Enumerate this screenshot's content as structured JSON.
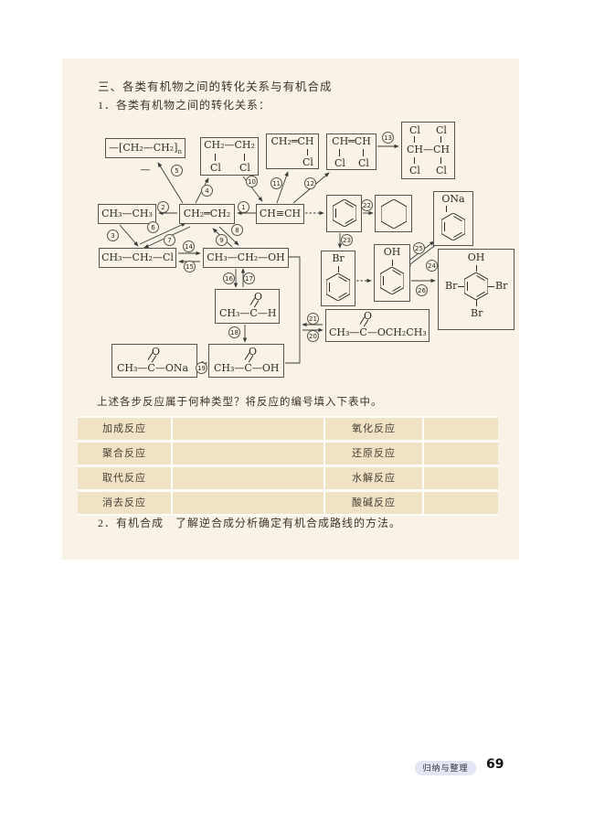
{
  "page": {
    "section_heading": "三、各类有机物之间的转化关系与有机合成",
    "subsection1": "1．各类有机物之间的转化关系：",
    "table_prompt": "上述各步反应属于何种类型？将反应的编号填入下表中。",
    "subsection2": "2．有机合成　了解逆合成分析确定有机合成路线的方法。",
    "footer_badge": "归纳与整理",
    "page_number": "69"
  },
  "diagram": {
    "nums": [
      "1",
      "2",
      "3",
      "4",
      "5",
      "6",
      "7",
      "8",
      "9",
      "10",
      "11",
      "12",
      "13",
      "14",
      "15",
      "16",
      "17",
      "18",
      "19",
      "20",
      "21",
      "22",
      "23",
      "24",
      "25",
      "26"
    ],
    "compounds": {
      "polyethylene": {
        "pre": "—[CH₂—CH₂]",
        "sub": "n",
        "post": "—"
      },
      "dichloroethane": {
        "top": "CH₂—CH₂",
        "cl1": "Cl",
        "cl2": "Cl"
      },
      "chloroethylene": {
        "top": "CH₂═CH",
        "cl": "Cl"
      },
      "dichloroethylene": {
        "top": "CH═CH",
        "cl1": "Cl",
        "cl2": "Cl"
      },
      "tetrachloroethane": {
        "cl1": "Cl",
        "cl2": "Cl",
        "mid": "CH—CH",
        "cl3": "Cl",
        "cl4": "Cl"
      },
      "ethane": "CH₃—CH₃",
      "ethylene": "CH₂═CH₂",
      "acetylene": "CH≡CH",
      "chloroethane": "CH₃—CH₂—Cl",
      "ethanol": "CH₃—CH₂—OH",
      "phenoxide_label": "ONa",
      "bromobenzene_label": "Br",
      "phenol_label": "OH",
      "tribromophenol": {
        "oh": "OH",
        "br_left": "Br",
        "br_right": "Br",
        "br_bottom": "Br"
      },
      "acetaldehyde": {
        "chain": "CH₃—C—H",
        "o": "O"
      },
      "ethyl_acetate": {
        "chain": "CH₃—C—OCH₂CH₃",
        "o": "O"
      },
      "acetic_acid": {
        "chain": "CH₃—C—OH",
        "o": "O"
      },
      "sodium_acetate": {
        "chain": "CH₃—C—ONa",
        "o": "O"
      }
    }
  },
  "table": {
    "rows": [
      {
        "left": "加成反应",
        "right": "氧化反应"
      },
      {
        "left": "聚合反应",
        "right": "还原反应"
      },
      {
        "left": "取代反应",
        "right": "水解反应"
      },
      {
        "left": "消去反应",
        "right": "酸碱反应"
      }
    ]
  }
}
